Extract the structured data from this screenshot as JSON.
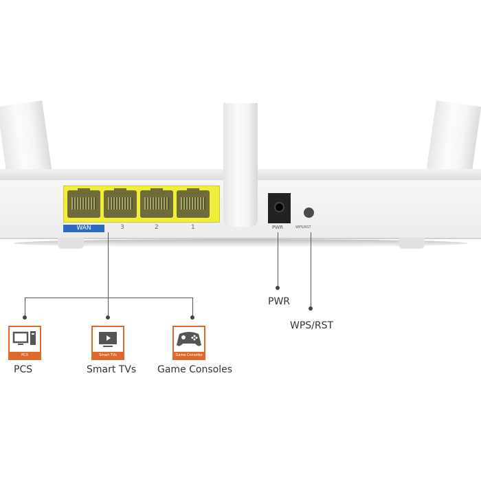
{
  "router": {
    "ports": [
      "WAN",
      "3",
      "2",
      "1"
    ],
    "power_label": "PWR",
    "wps_label": "WPS/RST",
    "port_color": "#f0ee38",
    "wan_color": "#2b6bc1"
  },
  "callouts": {
    "pwr": "PWR",
    "wps": "WPS/RST"
  },
  "devices": [
    {
      "label": "PCS",
      "tag": "PCS",
      "icon": "computer-icon"
    },
    {
      "label": "Smart TVs",
      "tag": "Smart TVs",
      "icon": "tv-icon"
    },
    {
      "label": "Game Consoles",
      "tag": "Game Consoles",
      "icon": "gamepad-icon"
    }
  ],
  "accent_color": "#e0682a"
}
